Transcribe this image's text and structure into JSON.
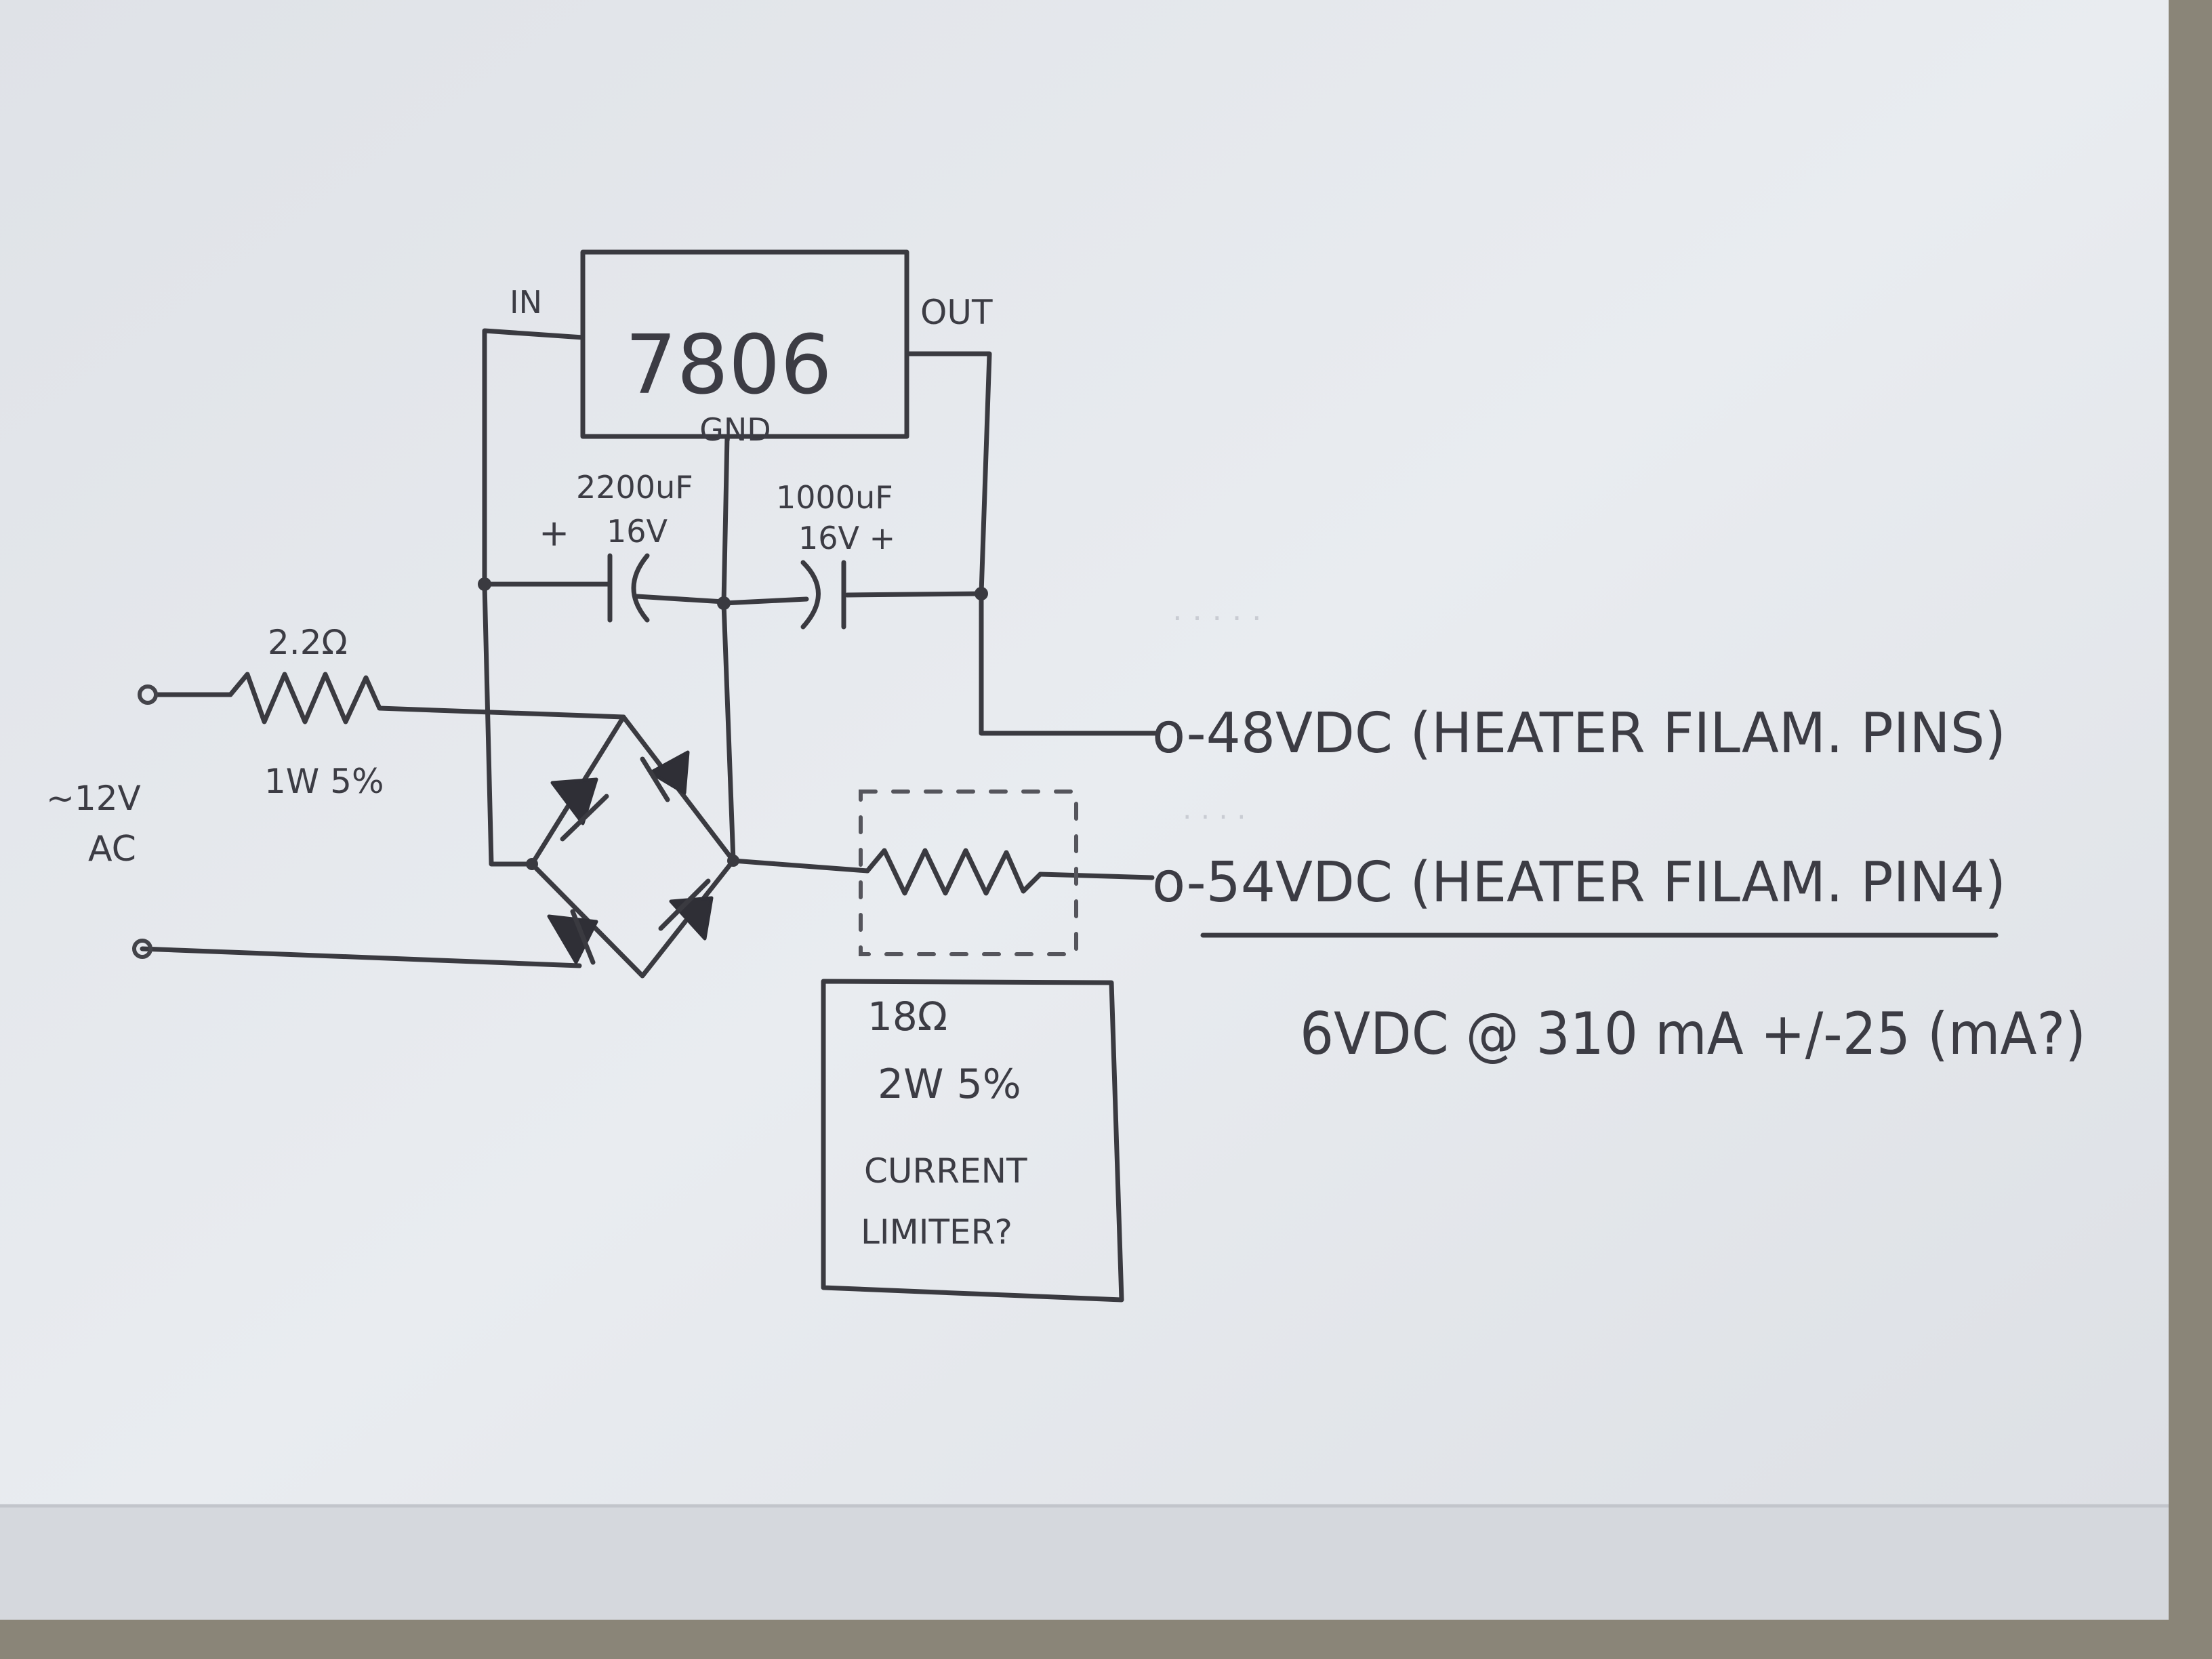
{
  "regulator": {
    "part": "7806",
    "pin_in": "IN",
    "pin_out": "OUT",
    "pin_gnd": "GND"
  },
  "capacitors": {
    "c1_value": "2200uF",
    "c1_voltage": "16V",
    "c1_polarity": "+",
    "c2_value": "1000uF",
    "c2_voltage": "16V +"
  },
  "input": {
    "series_resistor_value": "2.2Ω",
    "series_resistor_rating": "1W 5%",
    "ac_voltage": "~12V",
    "ac_label": "AC"
  },
  "limiter": {
    "value": "18Ω",
    "rating": "2W 5%",
    "note_line1": "CURRENT",
    "note_line2": "LIMITER?"
  },
  "outputs": {
    "out1": "o-48VDC (HEATER FILAM. PINS)",
    "out2": "o-54VDC (HEATER FILAM. PIN4)",
    "summary": "6VDC @ 310 mA +/-25 (mA?)"
  },
  "colors": {
    "paper": "#e6e9ee",
    "ink": "#3a3a40",
    "background": "#8a8578"
  }
}
